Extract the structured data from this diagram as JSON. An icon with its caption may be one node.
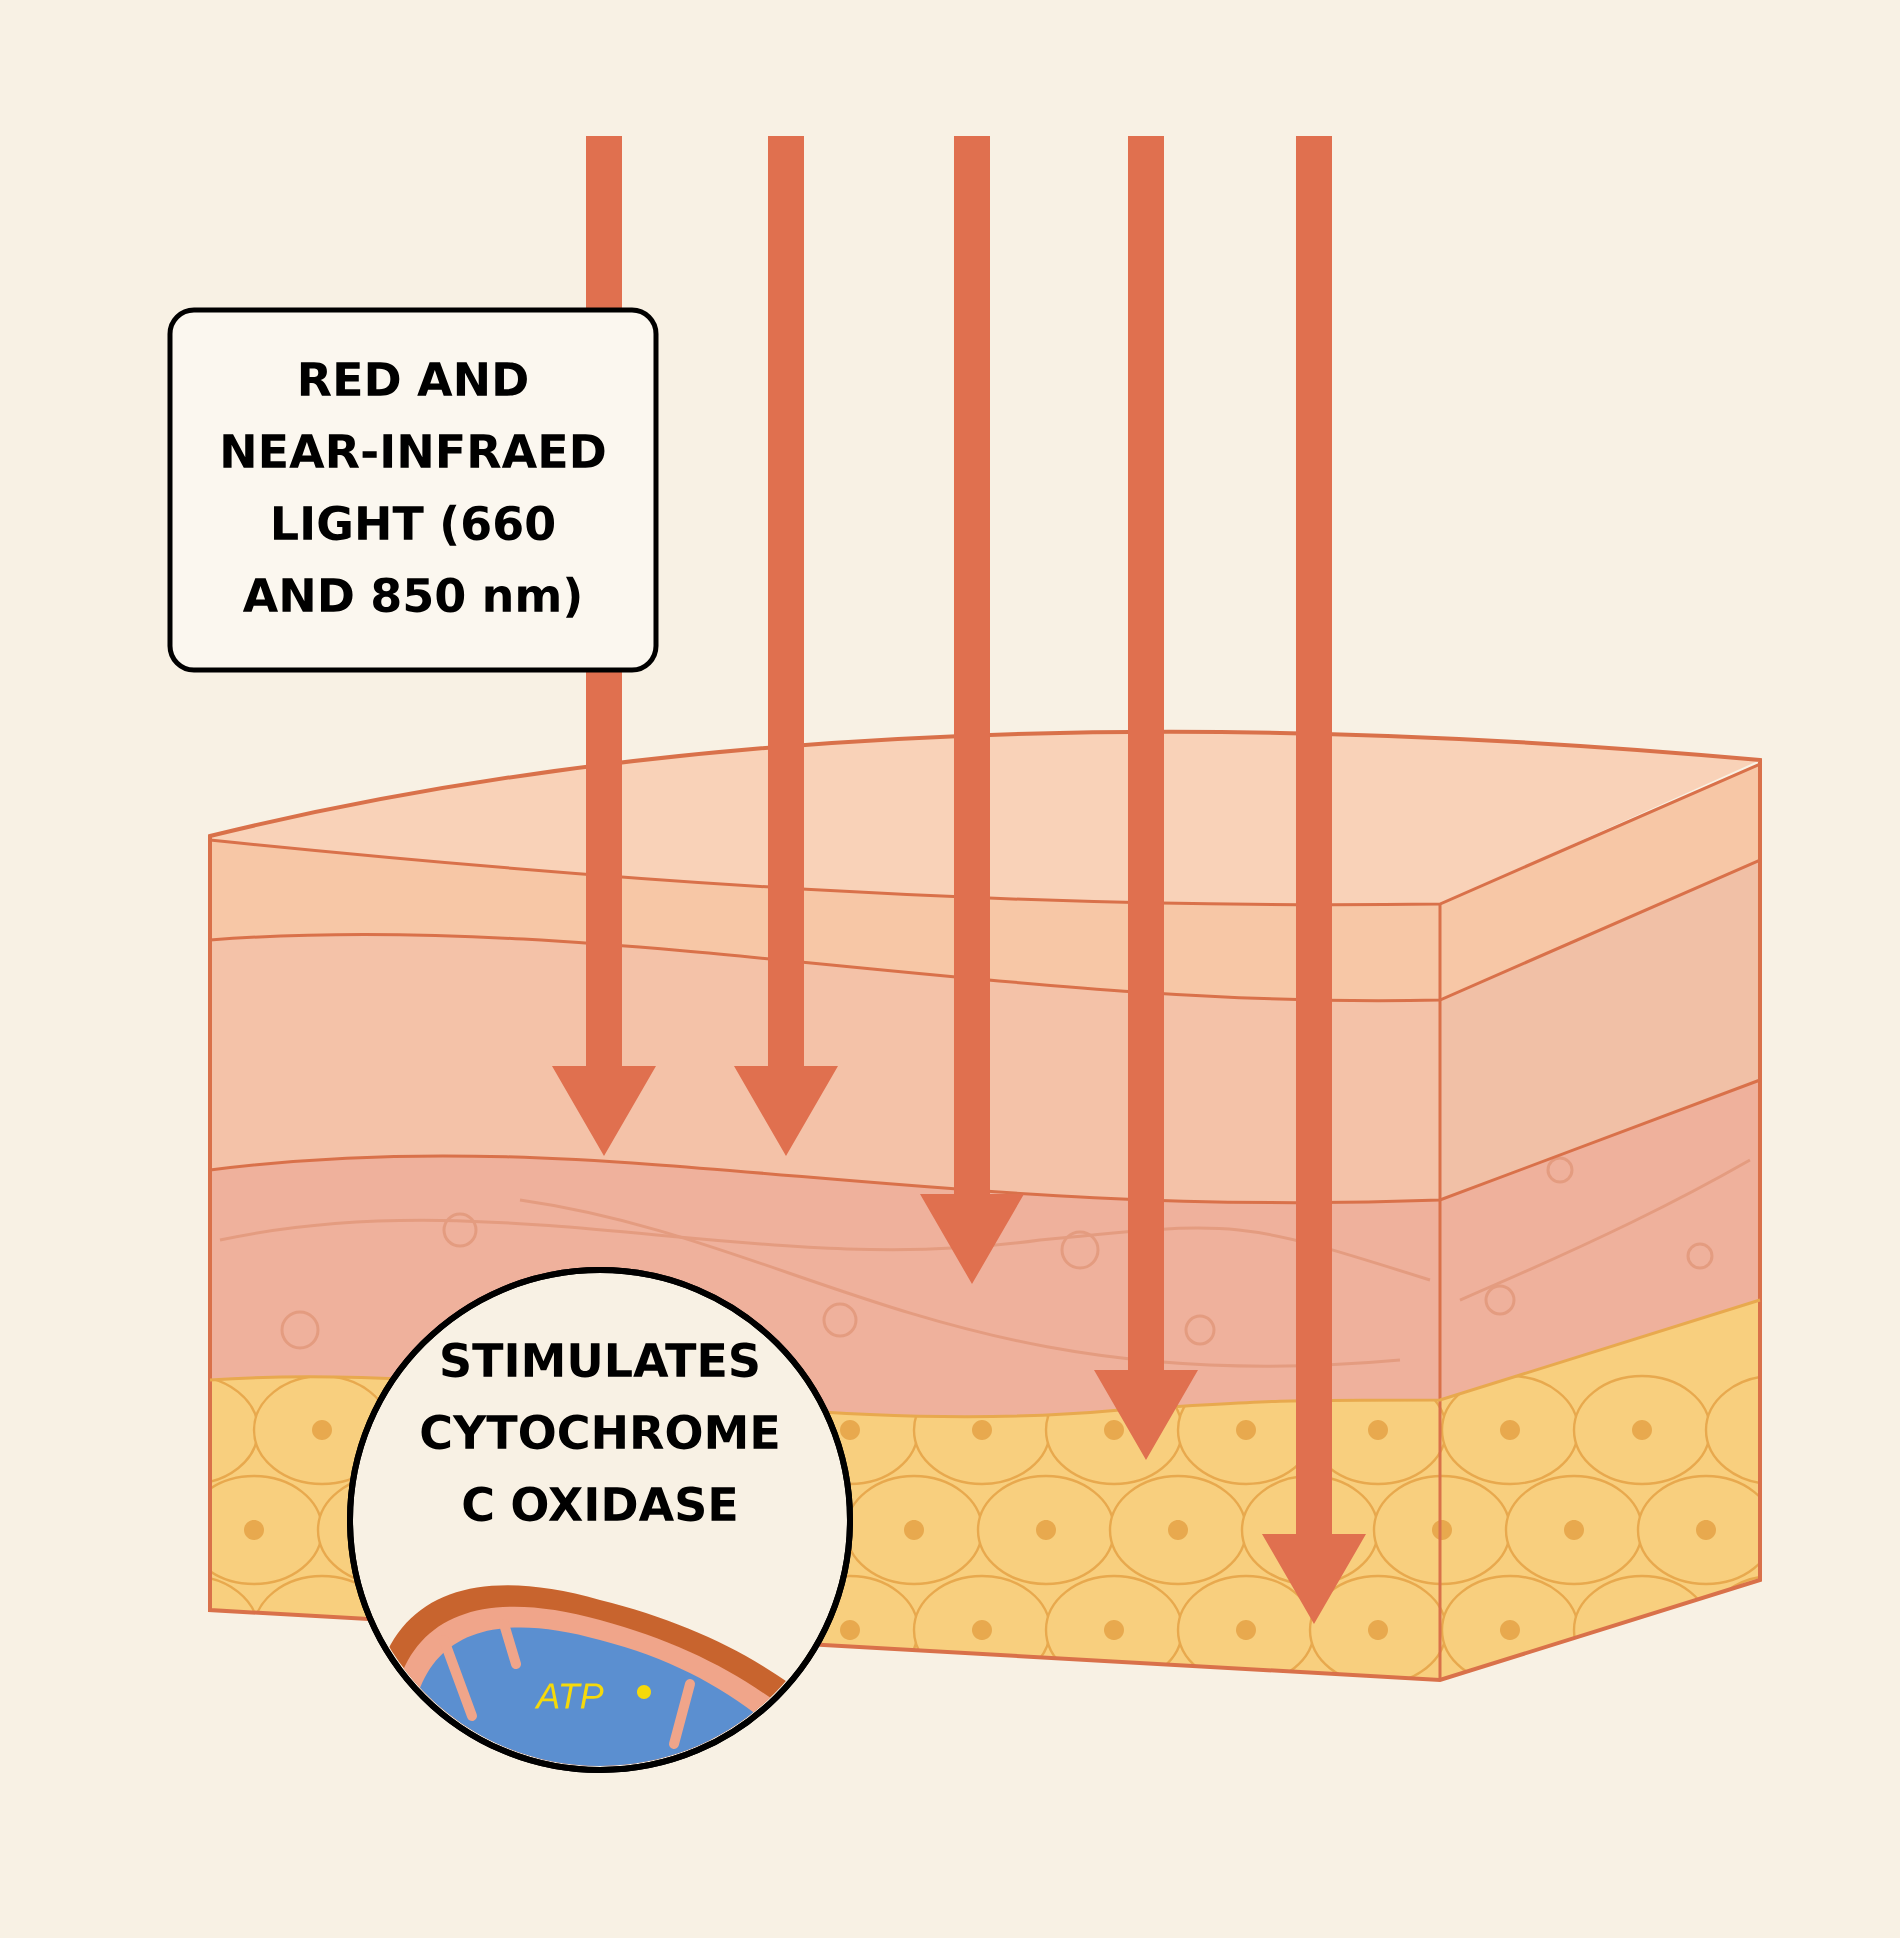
{
  "diagram": {
    "nodes": [
      {
        "text": [
          "RED AND NEAR-INFRAED LIGHT (660 AND 850 nm)"
        ]
      },
      {
        "text": [
          "STIMULATES CYTOCHROME C OXIDASE"
        ]
      },
      {
        "text": [
          "ATP"
        ],
        "in": 1
      }
    ]
  }
}
